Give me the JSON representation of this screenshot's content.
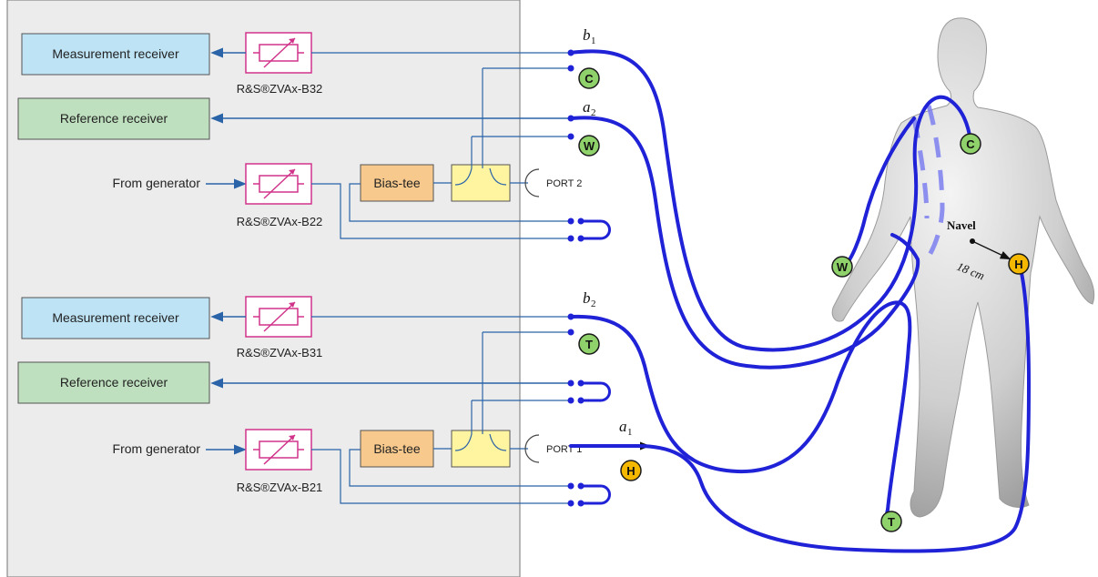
{
  "instrument": {
    "top_section": {
      "meas_receiver": "Measurement receiver",
      "ref_receiver": "Reference receiver",
      "from_generator": "From generator",
      "attenuator_meas": "R&S®ZVAx-B32",
      "attenuator_gen": "R&S®ZVAx-B22",
      "bias_tee": "Bias-tee",
      "port": "PORT 2",
      "wave_b": "b",
      "wave_b_sub": "1",
      "wave_a": "a",
      "wave_a_sub": "2"
    },
    "bottom_section": {
      "meas_receiver": "Measurement receiver",
      "ref_receiver": "Reference receiver",
      "from_generator": "From generator",
      "attenuator_meas": "R&S®ZVAx-B31",
      "attenuator_gen": "R&S®ZVAx-B21",
      "bias_tee": "Bias-tee",
      "port": "PORT 1",
      "wave_b": "b",
      "wave_b_sub": "2",
      "wave_a": "a",
      "wave_a_sub": "1"
    }
  },
  "body_figure": {
    "navel_label": "Navel",
    "distance_label": "18 cm"
  },
  "electrodes": [
    {
      "id": "C",
      "color": "#8fd16a"
    },
    {
      "id": "W",
      "color": "#8fd16a"
    },
    {
      "id": "T",
      "color": "#8fd16a"
    },
    {
      "id": "H",
      "color": "#f5b800"
    }
  ],
  "colors": {
    "panel_bg": "#ececec",
    "meas_receiver_fill": "#bde3f5",
    "ref_receiver_fill": "#bfe0bf",
    "attenuator_stroke": "#d0338a",
    "bias_tee_fill": "#f7c98c",
    "coupler_fill": "#fff4a0",
    "signal_line": "#2a63a8",
    "cable": "#1f22d6"
  }
}
